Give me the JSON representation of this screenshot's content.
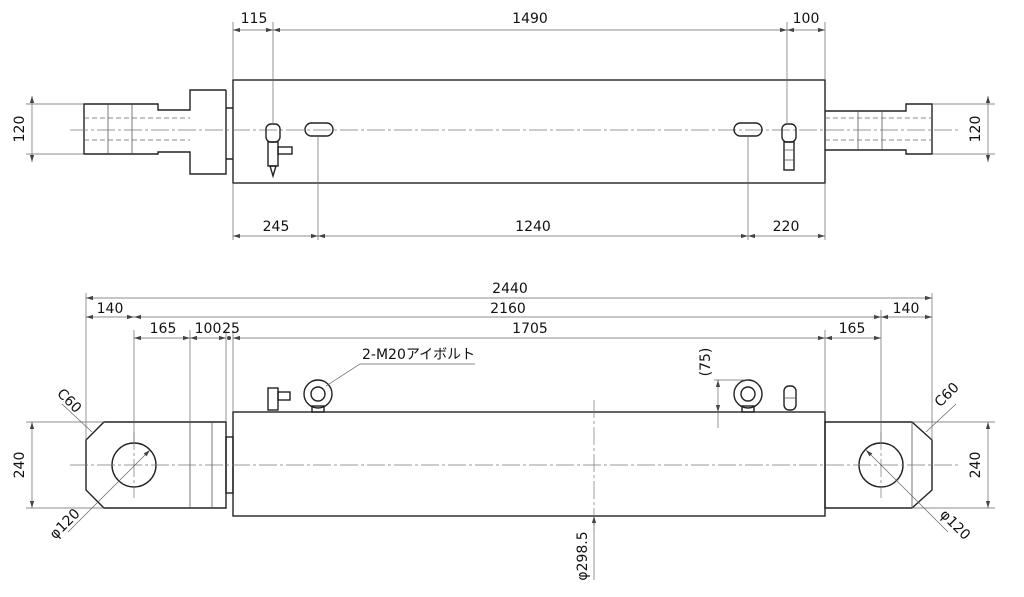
{
  "top_view": {
    "dims_top": [
      "115",
      "1490",
      "100"
    ],
    "dims_bottom": [
      "245",
      "1240",
      "220"
    ],
    "dims_side_left": "120",
    "dims_side_right": "120"
  },
  "bottom_view": {
    "dim_overall": "2440",
    "dim_inner": "2160",
    "dim_end_left": "140",
    "dim_end_right": "140",
    "dim_165_left": "165",
    "dim_100": "100",
    "dim_25": "25",
    "dim_1705": "1705",
    "dim_165_right": "165",
    "eyebolt_label": "2-M20アイボルト",
    "dim_75": "(75)",
    "chamfer_left": "C60",
    "chamfer_right": "C60",
    "height_left": "240",
    "height_right": "240",
    "hole_left": "φ120",
    "hole_right": "φ120",
    "body_diameter": "φ298.5"
  }
}
